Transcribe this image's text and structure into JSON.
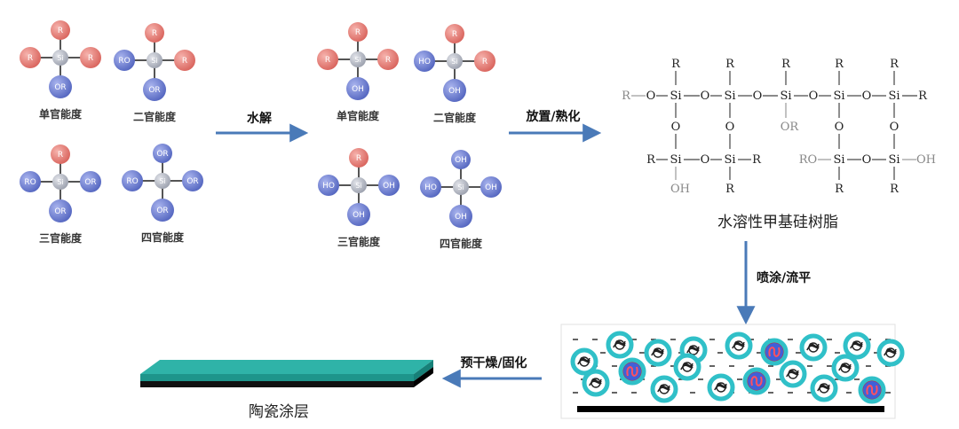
{
  "molecules_left": {
    "mono": {
      "label": "单官能度",
      "top": "R",
      "left": "R",
      "right": "R",
      "bottom": "OR"
    },
    "di": {
      "label": "二官能度",
      "top": "R",
      "left": "RO",
      "right": "R",
      "bottom": "OR"
    },
    "tri": {
      "label": "三官能度",
      "top": "R",
      "left": "RO",
      "right": "OR",
      "bottom": "OR"
    },
    "tetra": {
      "label": "四官能度",
      "top": "OR",
      "left": "RO",
      "right": "OR",
      "bottom": "OR"
    }
  },
  "molecules_right": {
    "mono": {
      "label": "单官能度",
      "top": "R",
      "left": "R",
      "right": "R",
      "bottom": "OH"
    },
    "di": {
      "label": "二官能度",
      "top": "R",
      "left": "HO",
      "right": "R",
      "bottom": "OH"
    },
    "tri": {
      "label": "三官能度",
      "top": "R",
      "left": "HO",
      "right": "OH",
      "bottom": "OH"
    },
    "tetra": {
      "label": "四官能度",
      "top": "OH",
      "left": "HO",
      "right": "OH",
      "bottom": "OH"
    }
  },
  "si_label": "Si",
  "steps": {
    "hydrolysis": "水解",
    "aging": "放置/熟化",
    "spray": "喷涂/流平",
    "cure": "预干燥/固化"
  },
  "resin": {
    "caption": "水溶性甲基硅树脂",
    "top_r": [
      "R",
      "R",
      "R",
      "R",
      "R"
    ],
    "row1": [
      "R",
      "O",
      "Si",
      "O",
      "Si",
      "O",
      "Si",
      "O",
      "Si",
      "O",
      "Si",
      "R"
    ],
    "vert_o": [
      "O",
      "O",
      "O",
      "O"
    ],
    "or_label": "OR",
    "row2_left": [
      "R",
      "Si",
      "O",
      "Si",
      "R"
    ],
    "row2_right": [
      "RO",
      "Si",
      "O",
      "Si",
      "OH"
    ],
    "bottom_left": [
      "OH",
      "R"
    ],
    "bottom_right": [
      "R",
      "R"
    ]
  },
  "coating_caption": "陶瓷涂层",
  "colors": {
    "red_atom": "#e8807a",
    "blue_atom": "#6f7fd0",
    "si_atom": "#b8bcc8",
    "arrow": "#4a7ab8",
    "teal": "#2fb3a8",
    "particle_ring": "#30c0c8",
    "particle_red": "#d02030"
  }
}
